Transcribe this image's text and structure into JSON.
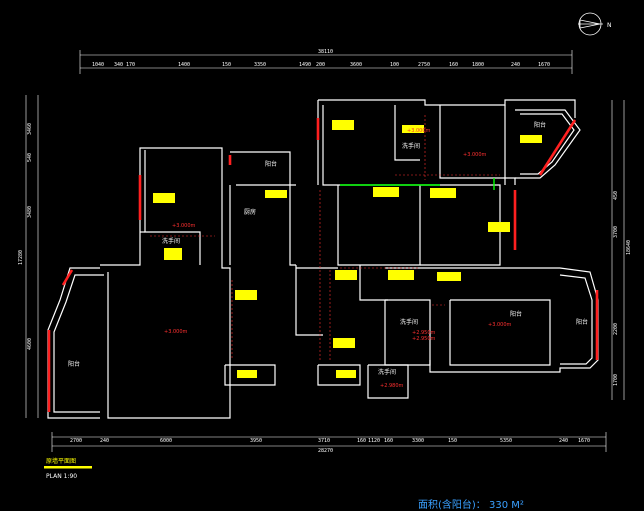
{
  "north_label": "N",
  "top_dims": {
    "overall": "38110",
    "segments": [
      "1040",
      "340",
      "170",
      "1400",
      "150",
      "3350",
      "1490",
      "200",
      "3600",
      "100",
      "2750",
      "160",
      "1800",
      "240",
      "1670"
    ]
  },
  "bottom_dims": {
    "overall": "28270",
    "segments": [
      "2700",
      "240",
      "6000",
      "3950",
      "3710",
      "160",
      "1120",
      "160",
      "3300",
      "150",
      "5350",
      "240",
      "1670"
    ]
  },
  "left_dims": [
    "3460",
    "540",
    "3480",
    "17280",
    "4600"
  ],
  "right_dims": [
    "450",
    "3700",
    "18640",
    "2200",
    "1700"
  ],
  "rooms": {
    "balcony_top": "阳台",
    "kitchen": "厨房",
    "bathroom_a": "洗手间",
    "bathroom_b": "洗手间",
    "bathroom_c": "洗手间",
    "bathroom_d": "洗手间",
    "balcony_tr": "阳台",
    "balcony_left": "阳台",
    "balcony_mid": "阳台",
    "balcony_right": "阳台"
  },
  "levels": {
    "l1": "+3.000m",
    "l2": "+3.000m",
    "l3": "+3.000m",
    "l4": "+3.000m",
    "l5": "+2.950m",
    "l6": "+2.950m",
    "l7": "+3.000m",
    "l8": "+2.980m"
  },
  "plan_title": "原墙平面图",
  "plan_scale": "PLAN 1:90",
  "area_note": "面积(含阳台)： 330 M²"
}
